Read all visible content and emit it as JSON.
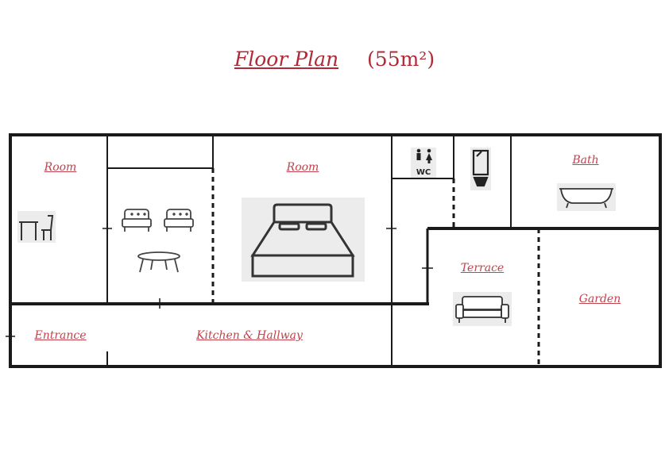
{
  "title": {
    "text": "Floor Plan",
    "area": "(55m²)"
  },
  "rooms": {
    "room_left": "Room",
    "room_center": "Room",
    "bath": "Bath",
    "terrace": "Terrace",
    "garden": "Garden",
    "entrance": "Entrance",
    "kitchen": "Kitchen & Hallway"
  },
  "wc_sign": "WC",
  "colors": {
    "accent": "#b02a35",
    "label": "#c0434d",
    "wall": "#1a1a1a",
    "icon_bg": "#ececec"
  },
  "icons": [
    "desk-chair-icon",
    "armchair-icon",
    "coffee-table-icon",
    "double-bed-icon",
    "wc-sign-icon",
    "sink-icon",
    "bathtub-icon",
    "sofa-icon"
  ]
}
